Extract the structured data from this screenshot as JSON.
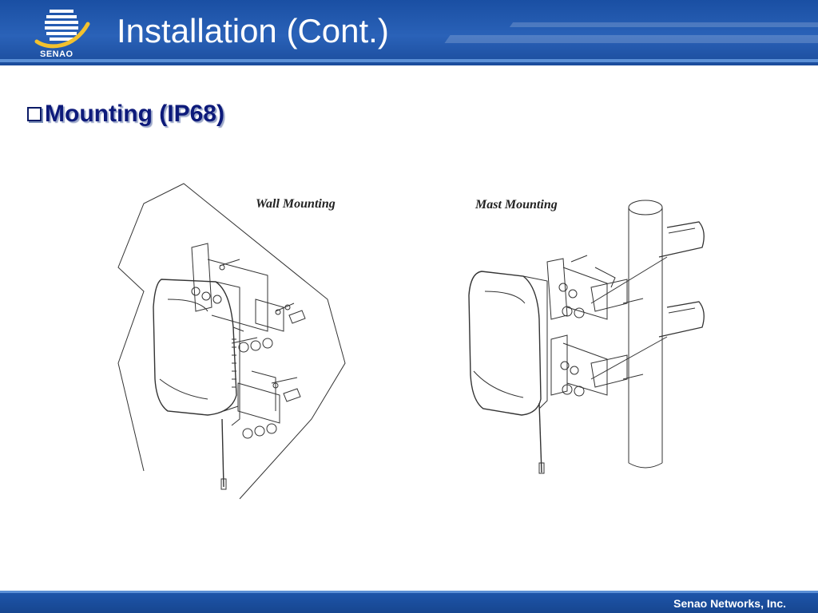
{
  "header": {
    "title": "Installation (Cont.)",
    "logo_text": "SENAO",
    "background_color": "#1a4fa3"
  },
  "content": {
    "bullet_icon": "checkbox-icon",
    "bullet_text": "Mounting (IP68)",
    "bullet_color": "#0d1a7a",
    "figures": [
      {
        "label": "Wall Mounting"
      },
      {
        "label": "Mast Mounting"
      }
    ]
  },
  "footer": {
    "company": "Senao Networks, Inc."
  }
}
